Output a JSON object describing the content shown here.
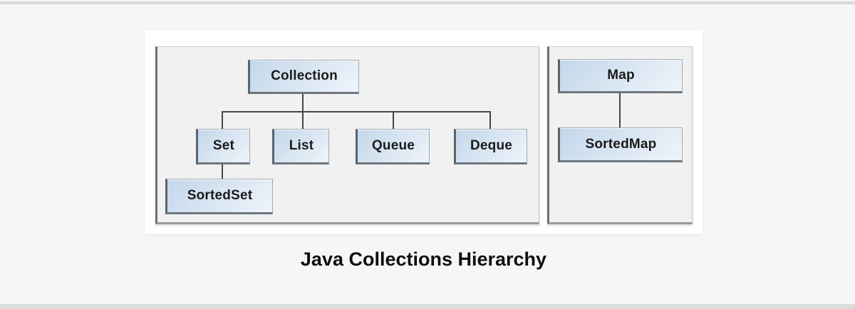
{
  "caption": {
    "text": "Java Collections Hierarchy"
  },
  "diagram": {
    "type": "interface-hierarchy-tree",
    "panels": [
      {
        "name": "collections",
        "root": "Collection"
      },
      {
        "name": "map",
        "root": "Map"
      }
    ],
    "nodes": {
      "collection": "Collection",
      "set": "Set",
      "list": "List",
      "queue": "Queue",
      "deque": "Deque",
      "sorted_set": "SortedSet",
      "map": "Map",
      "sorted_map": "SortedMap"
    },
    "edges": [
      [
        "Collection",
        "Set"
      ],
      [
        "Collection",
        "List"
      ],
      [
        "Collection",
        "Queue"
      ],
      [
        "Collection",
        "Deque"
      ],
      [
        "Set",
        "SortedSet"
      ],
      [
        "Map",
        "SortedMap"
      ]
    ],
    "colors": {
      "page_background": "#f6f6f6",
      "figure_background": "#ffffff",
      "panel_background": "#f1f1f1",
      "node_fill_top": "#c3d7ea",
      "node_fill_bottom": "#eff4fa",
      "node_border_dark": "#5a646e",
      "connector": "#454545",
      "caption_color": "#0f0f0f",
      "rule_color": "#d8d8d8"
    }
  }
}
